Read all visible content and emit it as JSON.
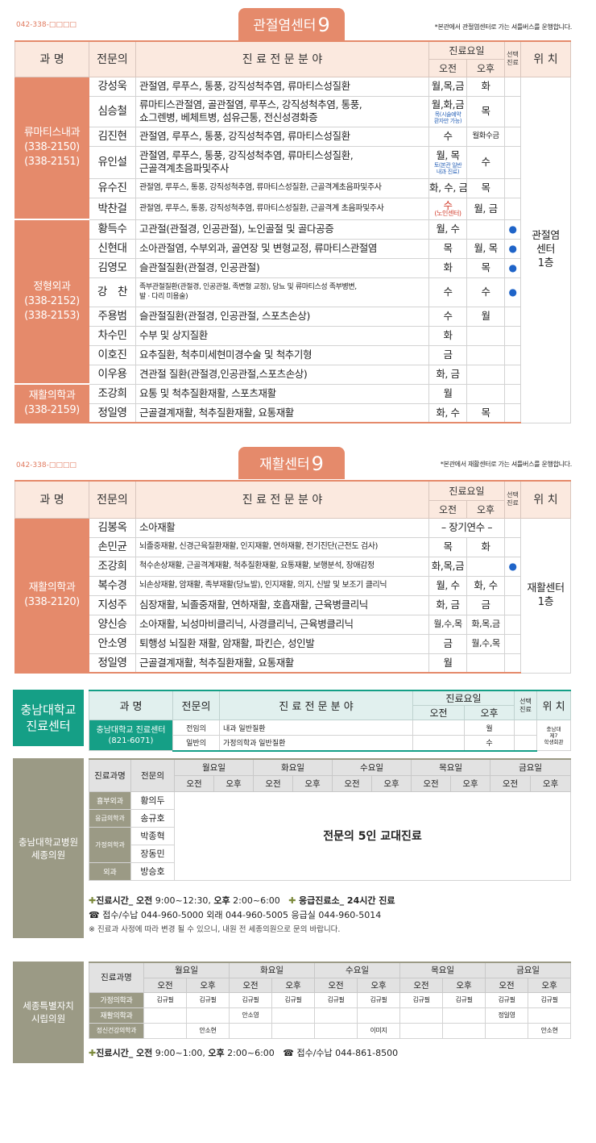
{
  "s1": {
    "phone": "042-338-□□□□",
    "title": "관절염센터",
    "title_num": "9",
    "shuttle": "*본관에서 관절염센터로 가는 셔틀버스를 운행합니다.",
    "color": "#e58a6b",
    "headers": {
      "dept": "과 명",
      "doc": "전문의",
      "spec": "진 료 전 문 분 야",
      "day": "진료요일",
      "am": "오전",
      "pm": "오후",
      "sel": "선택\n진료",
      "loc": "위 치"
    },
    "location": "관절염\n센터\n1층",
    "groups": [
      {
        "dept": "류마티스내과\n(338-2150)\n(338-2151)",
        "rows": [
          {
            "doc": "강성욱",
            "spec": "관절염, 루푸스, 통풍, 강직성척추염, 류마티스성질환",
            "am": "월,목,금",
            "pm": "화",
            "sel": ""
          },
          {
            "doc": "심승철",
            "spec": "류마티스관절염, 골관절염, 루푸스, 강직성척추염, 통풍,\n쇼그렌병, 베체트병, 섬유근통, 전신성경화증",
            "am": "월,화,금",
            "am_note": "목(시술예약\n환자만 가능)",
            "pm": "목",
            "sel": ""
          },
          {
            "doc": "김진현",
            "spec": "관절염, 루푸스, 통풍, 강직성척추염, 류마티스성질환",
            "am": "수",
            "pm": "월화수금",
            "sel": ""
          },
          {
            "doc": "유인설",
            "spec": "관절염, 루푸스, 통풍, 강직성척추염, 류마티스성질환,\n근골격계초음파및주사",
            "am": "월, 목",
            "am_note": "토(본관 일반\n내과 진료)",
            "pm": "수",
            "sel": ""
          },
          {
            "doc": "유수진",
            "spec": "관절염, 루푸스, 통풍, 강직성척추염, 류마티스성질환, 근골격계초음파및주사",
            "am": "화, 수, 금",
            "pm": "목",
            "sel": ""
          },
          {
            "doc": "박찬걸",
            "spec": "관절염, 루푸스, 통풍, 강직성척추염, 류마티스성질환, 근골격계 초음파및주사",
            "am": "수",
            "am_red": "(노인센터)",
            "pm": "월, 금",
            "sel": ""
          }
        ]
      },
      {
        "dept": "정형외과\n(338-2152)\n(338-2153)",
        "rows": [
          {
            "doc": "황득수",
            "spec": "고관절(관절경, 인공관절), 노인골절 및 골다공증",
            "am": "월, 수",
            "pm": "",
            "sel": "●"
          },
          {
            "doc": "신현대",
            "spec": "소아관절염, 수부외과, 골연장 및 변형교정, 류마티스관절염",
            "am": "목",
            "pm": "월, 목",
            "sel": "●"
          },
          {
            "doc": "김영모",
            "spec": "슬관절질환(관절경, 인공관절)",
            "am": "화",
            "pm": "목",
            "sel": "●"
          },
          {
            "doc": "강　찬",
            "spec": "족부관절질환(관절경, 인공관절, 족변형 교정), 당뇨 및 류마티스성 족부병변,\n발 · 다리 미용술)",
            "am": "수",
            "pm": "수",
            "sel": "●"
          },
          {
            "doc": "주용범",
            "spec": "슬관절질환(관절경, 인공관절, 스포츠손상)",
            "am": "수",
            "pm": "월",
            "sel": ""
          },
          {
            "doc": "차수민",
            "spec": "수부 및 상지질환",
            "am": "화",
            "pm": "",
            "sel": ""
          },
          {
            "doc": "이호진",
            "spec": "요추질환, 척추미세현미경수술 및 척추기형",
            "am": "금",
            "pm": "",
            "sel": ""
          },
          {
            "doc": "이우용",
            "spec": "견관절 질환(관절경,인공관절,스포츠손상)",
            "am": "화, 금",
            "pm": "",
            "sel": ""
          }
        ]
      },
      {
        "dept": "재활의학과\n(338-2159)",
        "rows": [
          {
            "doc": "조강희",
            "spec": "요통 및 척추질환재활, 스포츠재활",
            "am": "월",
            "pm": "",
            "sel": ""
          },
          {
            "doc": "정일영",
            "spec": "근골결계재활, 척추질환재활, 요통재활",
            "am": "화, 수",
            "pm": "목",
            "sel": ""
          }
        ]
      }
    ]
  },
  "s2": {
    "phone": "042-338-□□□□",
    "title": "재활센터",
    "title_num": "9",
    "shuttle": "*본관에서 재활센터로 가는 셔틀버스를 운행합니다.",
    "dept": "재활의학과\n(338-2120)",
    "location": "재활센터\n1층",
    "rows": [
      {
        "doc": "김봉옥",
        "spec": "소아재활",
        "am": "– 장기연수 –",
        "pm": "",
        "sel": ""
      },
      {
        "doc": "손민균",
        "spec": "뇌졸중재활, 신경근육질환재활, 인지재활, 연하재활, 전기진단(근전도 검사)",
        "am": "목",
        "pm": "화",
        "sel": ""
      },
      {
        "doc": "조강희",
        "spec": "척수손상재활, 근골격계재활, 척추질환재활, 요통재활, 보행분석, 장애감정",
        "am": "화,목,금",
        "pm": "",
        "sel": "●"
      },
      {
        "doc": "복수경",
        "spec": "뇌손상재활, 암재활, 족부재활(당뇨발), 인지재활, 의지, 신발 및 보조기 클리닉",
        "am": "월, 수",
        "pm": "화, 수",
        "sel": ""
      },
      {
        "doc": "지성주",
        "spec": "심장재활, 뇌졸중재활, 연하재활, 호흡재활, 근육병클리닉",
        "am": "화, 금",
        "pm": "금",
        "sel": ""
      },
      {
        "doc": "양신승",
        "spec": "소아재활, 뇌성마비클리닉, 사경클리닉, 근육병클리닉",
        "am": "월,수,목",
        "pm": "화,목,금",
        "sel": ""
      },
      {
        "doc": "안소영",
        "spec": "퇴행성 뇌질환 재활, 암재활, 파킨슨, 성인발",
        "am": "금",
        "pm": "월,수,목",
        "sel": ""
      },
      {
        "doc": "정일영",
        "spec": "근골결계재활, 척추질환재활, 요통재활",
        "am": "월",
        "pm": "",
        "sel": ""
      }
    ]
  },
  "s3": {
    "side": "충남대학교\n진료센터",
    "headers": {
      "dept": "과 명",
      "doc": "전문의",
      "spec": "진 료 전 문 분 야",
      "day": "진료요일",
      "am": "오전",
      "pm": "오후",
      "sel": "선택\n진료",
      "loc": "위 치"
    },
    "dept": "충남대학교 진료센터\n(821-6071)",
    "location": "충남대\n제7\n학생회관",
    "rows": [
      {
        "doc": "전임의",
        "spec": "내과 일반질환",
        "am": "",
        "pm": "월"
      },
      {
        "doc": "일반의",
        "spec": "가정의학과 일반질환",
        "am": "",
        "pm": "수"
      }
    ]
  },
  "s4": {
    "side": "충남대학교병원\n세종의원",
    "headers": {
      "dept": "진료과명",
      "doc": "전문의",
      "days": [
        "월요일",
        "화요일",
        "수요일",
        "목요일",
        "금요일"
      ],
      "am": "오전",
      "pm": "오후"
    },
    "rows": [
      {
        "dept": "흉부외과",
        "doc": "황의두"
      },
      {
        "dept": "응급의학과",
        "doc": "송규호"
      },
      {
        "dept": "가정의학과",
        "doc": "박종혁"
      },
      {
        "dept": "",
        "doc": "장동민"
      },
      {
        "dept": "외과",
        "doc": "방승호"
      }
    ],
    "note": "전문의 5인 교대진료",
    "info1_a": "진료시간_ 오전",
    "info1_b": "9:00~12:30,",
    "info1_c": "오후",
    "info1_d": "2:00~6:00",
    "info1_e": "응급진료소_ 24시간 진료",
    "info2": "접수/수납 044-960-5000  외래 044-960-5005  응급실 044-960-5014",
    "info3": "※ 진료과 사정에 따라 변경 될 수 있으니, 내원 전 세종의원으로 문의 바랍니다."
  },
  "s5": {
    "side": "세종특별자치\n시립의원",
    "headers": {
      "dept": "진료과명",
      "days": [
        "월요일",
        "화요일",
        "수요일",
        "목요일",
        "금요일"
      ],
      "am": "오전",
      "pm": "오후"
    },
    "rows": [
      {
        "dept": "가정의학과",
        "cells": [
          "김규필",
          "김규필",
          "김규필",
          "김규필",
          "김규필",
          "김규필",
          "김규필",
          "김규필",
          "김규필",
          "김규필"
        ]
      },
      {
        "dept": "재활의학과",
        "cells": [
          "",
          "",
          "안소영",
          "",
          "",
          "",
          "",
          "",
          "정일영",
          ""
        ]
      },
      {
        "dept": "정신건강의학과",
        "cells": [
          "",
          "안소현",
          "",
          "",
          "",
          "이미지",
          "",
          "",
          "",
          "안소현"
        ]
      }
    ],
    "info_a": "진료시간_ 오전",
    "info_b": "9:00~1:00,",
    "info_c": "오후",
    "info_d": "2:00~6:00",
    "info_e": "접수/수납  044-861-8500"
  }
}
